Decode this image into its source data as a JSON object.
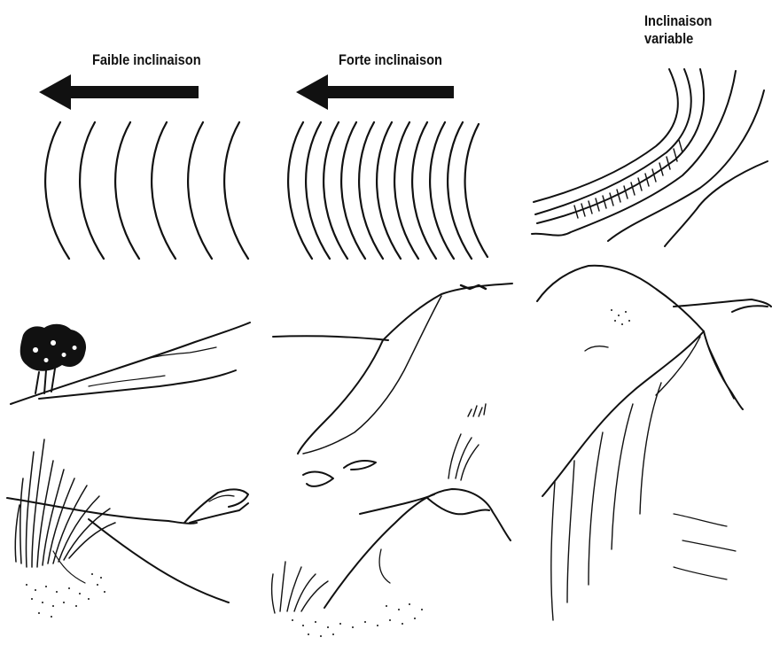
{
  "labels": {
    "faible": "Faible inclinaison",
    "forte": "Forte inclinaison",
    "variable_line1": "Inclinaison",
    "variable_line2": "variable"
  },
  "colors": {
    "ink": "#111111",
    "background": "#ffffff"
  },
  "panels": [
    {
      "id": "faible",
      "contour_lines": 6,
      "arrow_direction": "left"
    },
    {
      "id": "forte",
      "contour_lines": 11,
      "arrow_direction": "left"
    },
    {
      "id": "variable",
      "contour_lines": "converging"
    }
  ]
}
